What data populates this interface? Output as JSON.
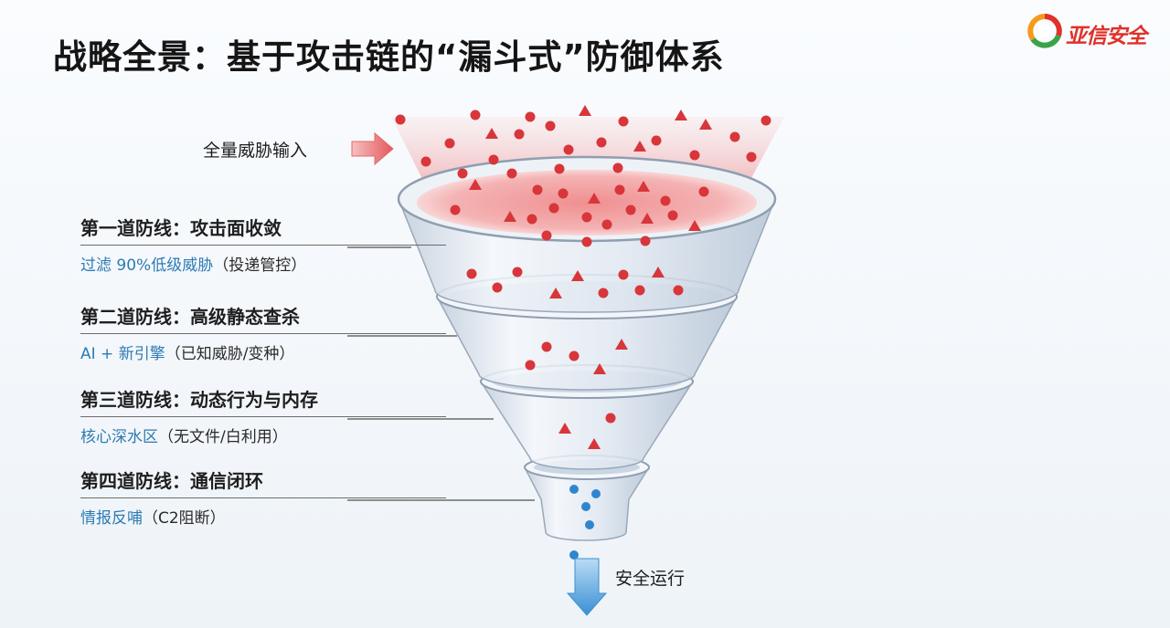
{
  "title": "战略全景：基于攻击链的“漏斗式”防御体系",
  "logo": {
    "text": "亚信安全",
    "colors": [
      "#e0312a",
      "#f59a1b",
      "#3aa34a"
    ]
  },
  "input_label": "全量威胁输入",
  "output_label": "安全运行",
  "layers": [
    {
      "title": "第一道防线：攻击面收敛",
      "desc_highlight": "过滤 90%低级威胁",
      "desc_note": "（投递管控）"
    },
    {
      "title": "第二道防线：高级静态查杀",
      "desc_highlight": "AI + 新引擎",
      "desc_note": "（已知威胁/变种）"
    },
    {
      "title": "第三道防线：动态行为与内存",
      "desc_highlight": "核心深水区",
      "desc_note": "（无文件/白利用）"
    },
    {
      "title": "第四道防线：通信闭环",
      "desc_highlight": "情报反哺",
      "desc_note": "（C2阻断）"
    }
  ],
  "colors": {
    "threat": "#d8363a",
    "safe": "#2f86cf",
    "highlight_text": "#2d7bb3"
  }
}
